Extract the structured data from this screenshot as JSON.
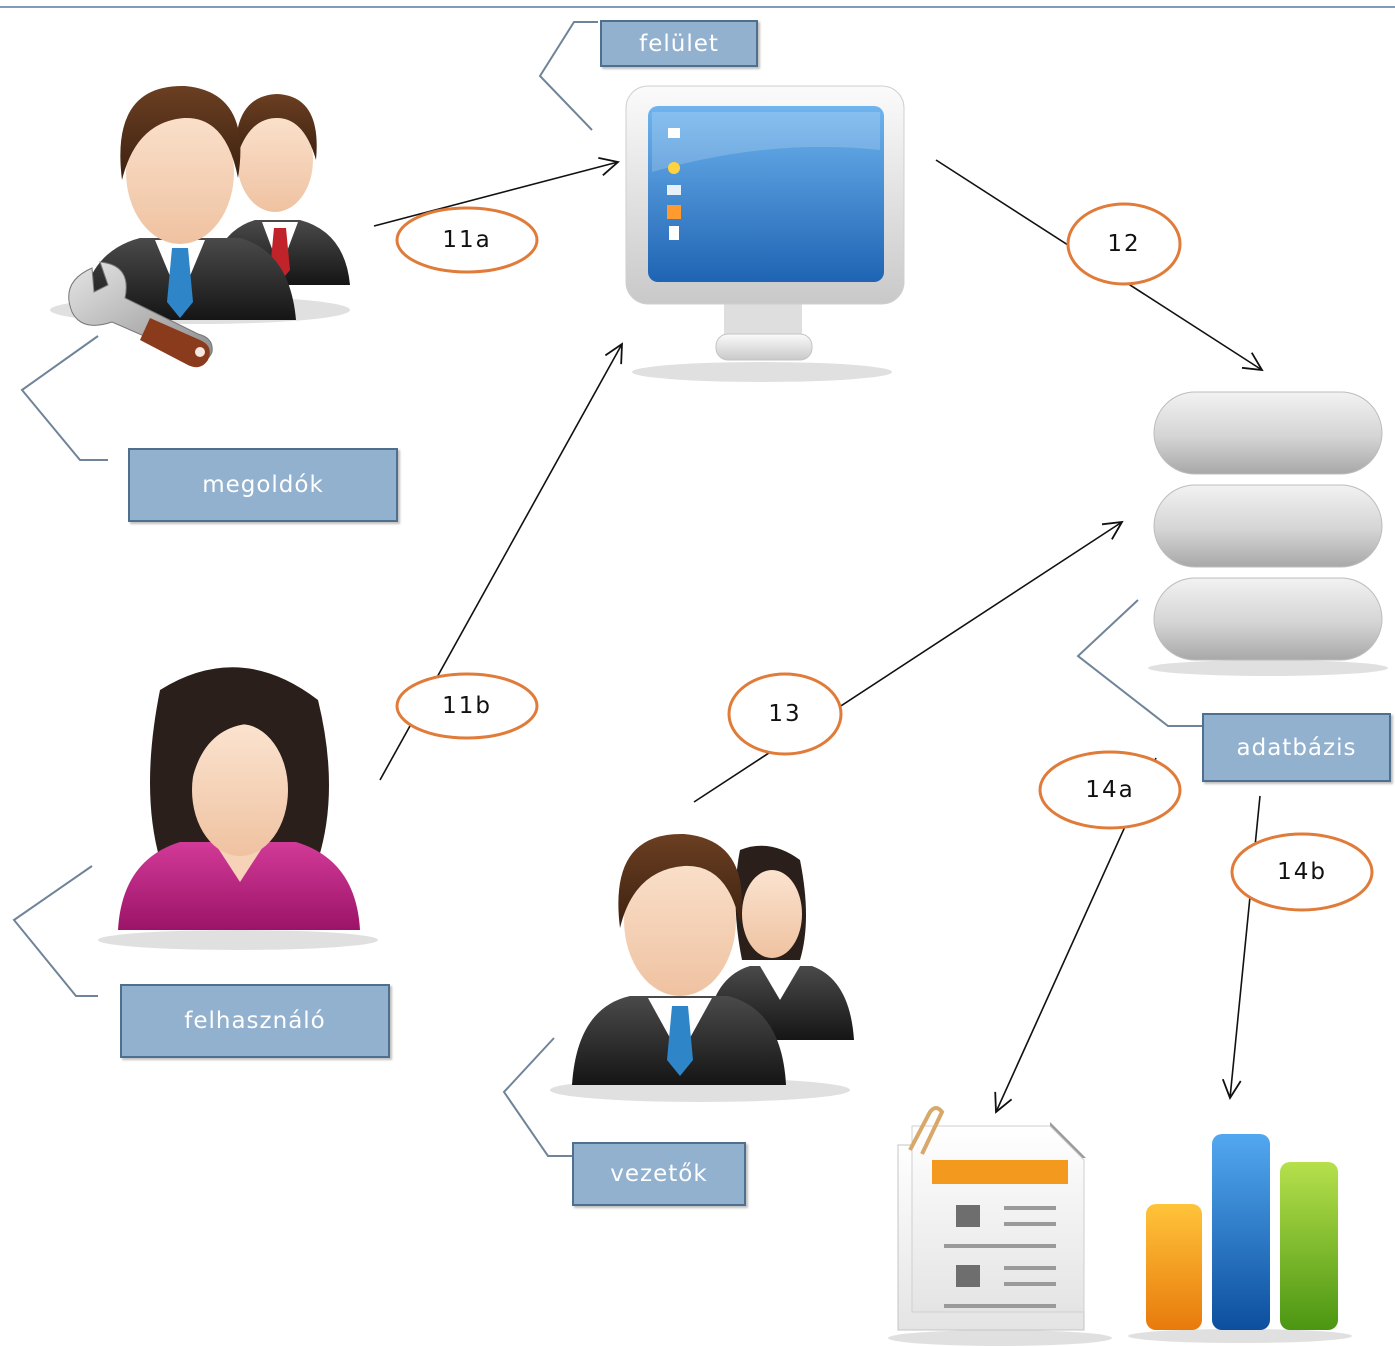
{
  "labels": {
    "felulet": "felület",
    "megoldok": "megoldók",
    "felhasznalo": "felhasználó",
    "vezetok": "vezetők",
    "adatbazis": "adatbázis"
  },
  "edges": {
    "e11a": "11a",
    "e11b": "11b",
    "e12": "12",
    "e13": "13",
    "e14a": "14a",
    "e14b": "14b"
  },
  "colors": {
    "top_rule": "#7f9cb8",
    "label_fill": "#92b1cf",
    "label_border": "#4f6f8f",
    "ellipse_stroke": "#e07b39",
    "bracket": "#6f8498"
  },
  "icons": [
    "admin-users-icon",
    "monitor-icon",
    "database-icon",
    "female-user-icon",
    "managers-icon",
    "report-document-icon",
    "bar-chart-icon"
  ]
}
